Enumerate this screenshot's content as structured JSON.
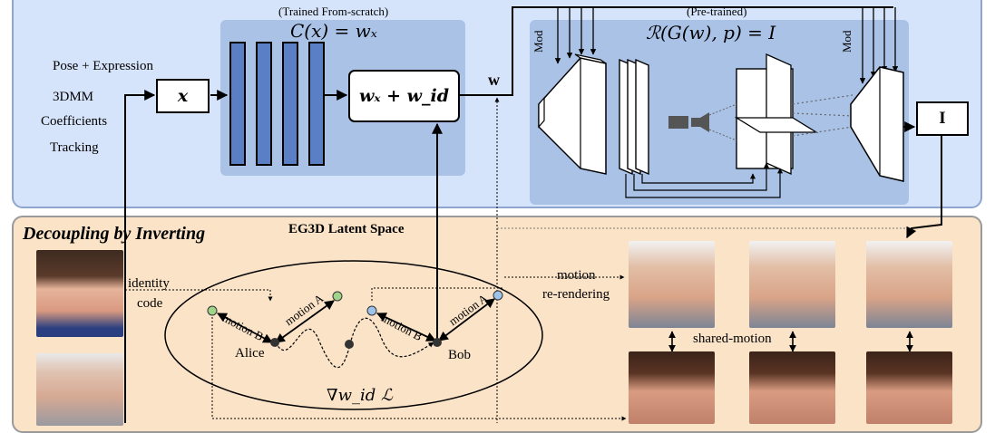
{
  "top_panel": {
    "trained_label": "(Trained From-scratch)",
    "pretrained_label": "(Pre-trained)",
    "c_formula": "C(x) = wₓ",
    "r_formula": "ℛ(G(w), p) = I",
    "inputs": [
      "Pose + Expression",
      "3DMM",
      "Coefficients",
      "Tracking"
    ],
    "x_box": "x",
    "sum_box": "wₓ + w_id",
    "w_label": "w",
    "i_box": "I",
    "mod_label": "Mod"
  },
  "bottom_panel": {
    "title": "Decoupling by Inverting",
    "latent_title": "EG3D Latent Space",
    "identity_code": [
      "identity",
      "code"
    ],
    "motion_rerendering": [
      "motion",
      "re-rendering"
    ],
    "shared_motion": "shared-motion",
    "alice": "Alice",
    "bob": "Bob",
    "motion_a": "motion A",
    "motion_b": "motion B",
    "gradient": "∇w_id ℒ"
  },
  "colors": {
    "top_bg": "#d6e4fb",
    "bottom_bg": "#fbe3c8",
    "encoder_bar": "#5b7fc4",
    "point_green": "#9fd48a",
    "point_blue": "#9ec3ea"
  }
}
